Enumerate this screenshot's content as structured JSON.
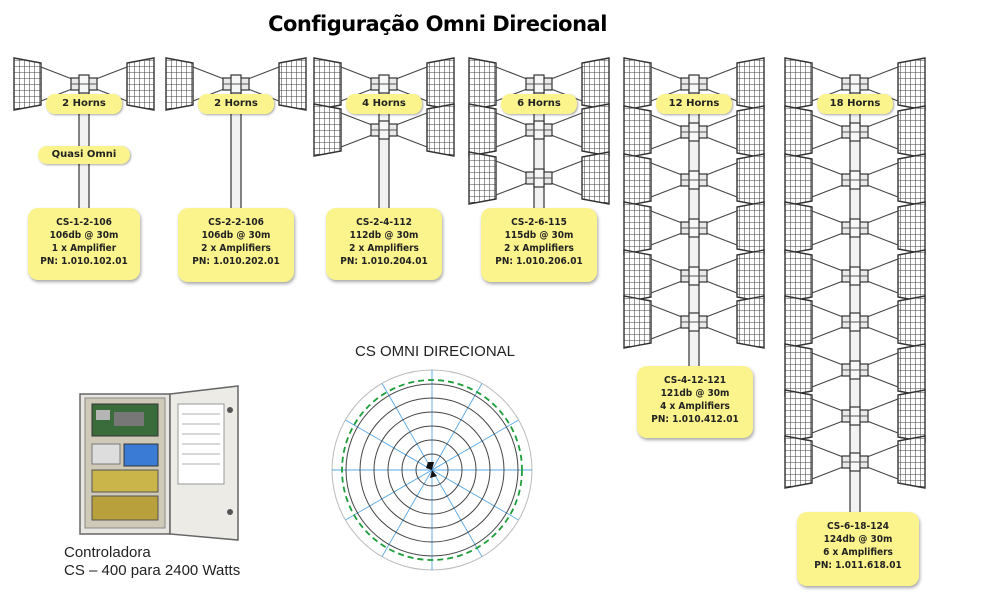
{
  "title": "Configuração Omni Direcional",
  "configs": [
    {
      "horns_label": "2 Horns",
      "model": "CS-1-2-106",
      "spl": "106db @ 30m",
      "amps": "1 x Amplifier",
      "pn": "PN: 1.010.102.01",
      "tag": "Quasi Omni"
    },
    {
      "horns_label": "2 Horns",
      "model": "CS-2-2-106",
      "spl": "106db @ 30m",
      "amps": "2 x Amplifiers",
      "pn": "PN: 1.010.202.01"
    },
    {
      "horns_label": "4 Horns",
      "model": "CS-2-4-112",
      "spl": "112db @ 30m",
      "amps": "2 x Amplifiers",
      "pn": "PN: 1.010.204.01"
    },
    {
      "horns_label": "6 Horns",
      "model": "CS-2-6-115",
      "spl": "115db @ 30m",
      "amps": "2 x Amplifiers",
      "pn": "PN: 1.010.206.01"
    },
    {
      "horns_label": "12 Horns",
      "model": "CS-4-12-121",
      "spl": "121db @ 30m",
      "amps": "4 x Amplifiers",
      "pn": "PN: 1.010.412.01"
    },
    {
      "horns_label": "18 Horns",
      "model": "CS-6-18-124",
      "spl": "124db @ 30m",
      "amps": "6 x Amplifiers",
      "pn": "PN: 1.011.618.01"
    }
  ],
  "polar_title": "CS OMNI DIRECIONAL",
  "controller": {
    "line1": "Controladora",
    "line2": "CS – 400 para 2400 Watts"
  },
  "colors": {
    "label_fill": "#fbf48c",
    "polar_ring": "#1e9e3a",
    "polar_radial": "#5aa9e6"
  }
}
